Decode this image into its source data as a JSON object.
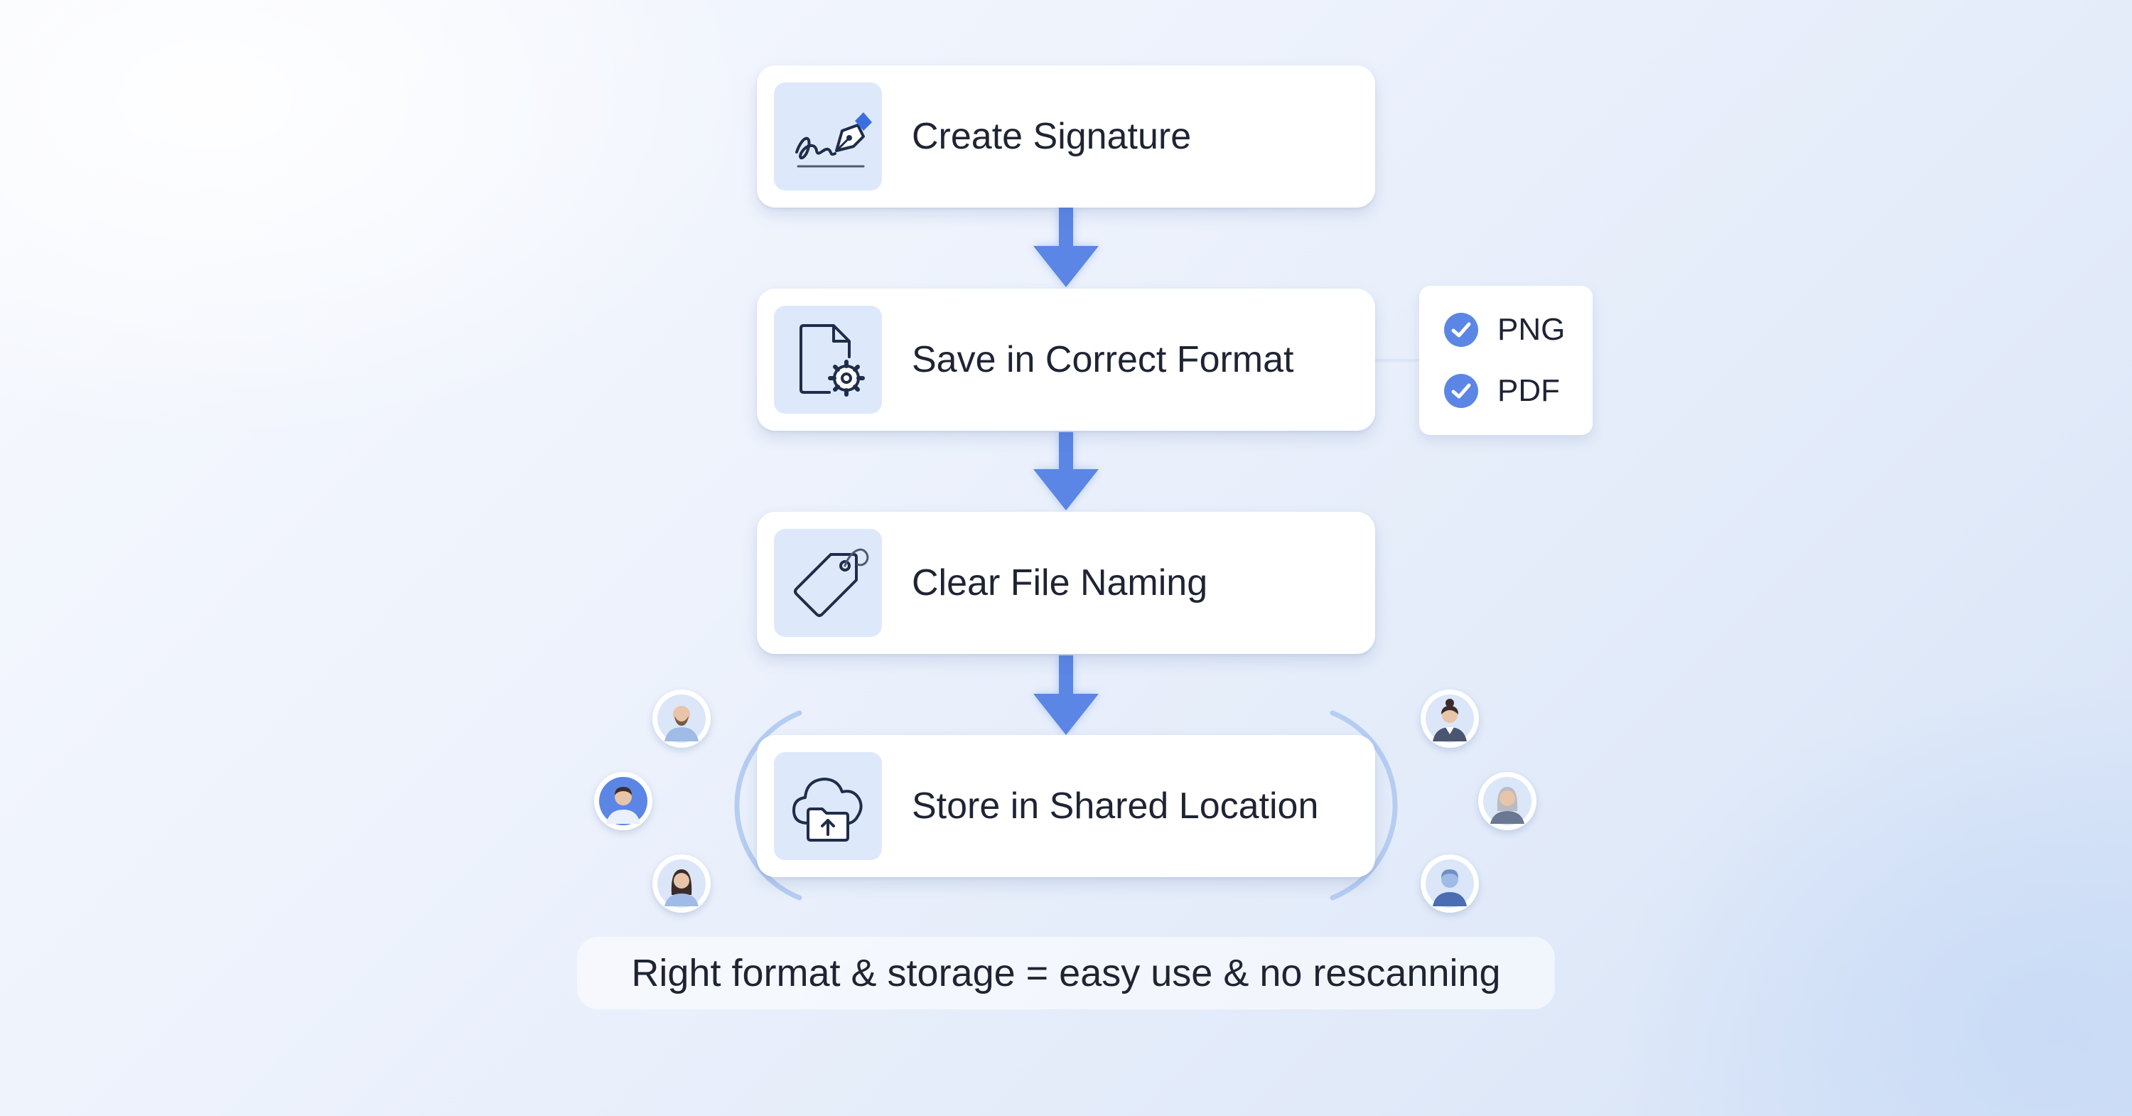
{
  "steps": [
    {
      "label": "Create Signature",
      "icon": "signature-pen-icon"
    },
    {
      "label": "Save in Correct Format",
      "icon": "file-gear-icon"
    },
    {
      "label": "Clear File Naming",
      "icon": "tag-icon"
    },
    {
      "label": "Store in Shared Location",
      "icon": "cloud-folder-upload-icon"
    }
  ],
  "formats": [
    {
      "label": "PNG",
      "icon": "check-circle-icon"
    },
    {
      "label": "PDF",
      "icon": "check-circle-icon"
    }
  ],
  "caption": "Right format & storage = easy use & no rescanning",
  "colors": {
    "accent": "#5b86e5",
    "icon_tile": "#dde9fb",
    "text": "#1f2433",
    "connector_ring": "#b6cdf3"
  }
}
